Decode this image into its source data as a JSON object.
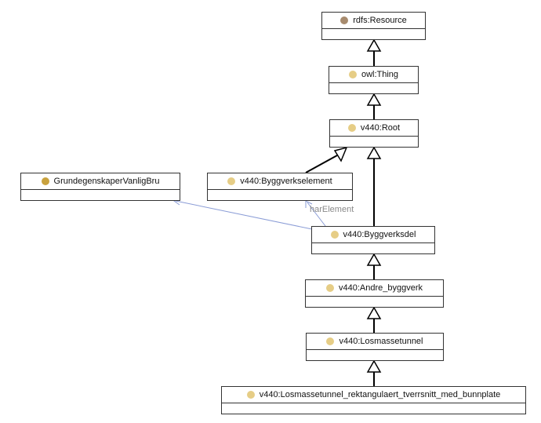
{
  "colors": {
    "builtin_dot": "#a78b6e",
    "class_dot": "#e6cd86",
    "external_dot": "#c9a23e",
    "inheritance_line": "#000000",
    "relation_line": "#8a9cd6"
  },
  "nodes": {
    "rdfs_resource": {
      "label": "rdfs:Resource",
      "dot": "builtin"
    },
    "owl_thing": {
      "label": "owl:Thing",
      "dot": "class"
    },
    "root": {
      "label": "v440:Root",
      "dot": "class"
    },
    "byggverkselement": {
      "label": "v440:Byggverkselement",
      "dot": "class"
    },
    "grundegenskaper": {
      "label": "GrundegenskaperVanligBru",
      "dot": "external"
    },
    "byggverksdel": {
      "label": "v440:Byggverksdel",
      "dot": "class"
    },
    "andre_byggverk": {
      "label": "v440:Andre_byggverk",
      "dot": "class"
    },
    "losmassetunnel": {
      "label": "v440:Losmassetunnel",
      "dot": "class"
    },
    "losmassetunnel_rekt": {
      "label": "v440:Losmassetunnel_rektangulaert_tverrsnitt_med_bunnplate",
      "dot": "class"
    }
  },
  "edges": {
    "har_element_label": "harElement"
  }
}
